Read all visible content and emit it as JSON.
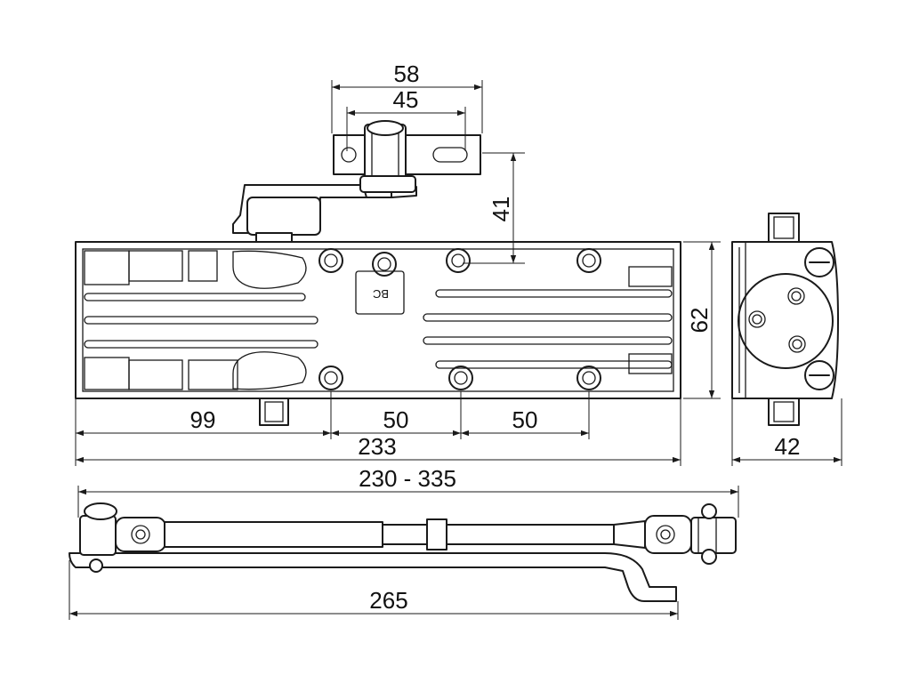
{
  "dimensions": {
    "bracket_outer_width": "58",
    "bracket_hole_spacing": "45",
    "arm_height": "41",
    "body_height": "62",
    "body_depth": "42",
    "offset_first_hole": "99",
    "hole_spacing_1": "50",
    "hole_spacing_2": "50",
    "body_length": "233",
    "arm_span_range": "230 - 335",
    "arm_rail_length": "265"
  },
  "labels": {
    "plate_mark": "BC"
  }
}
